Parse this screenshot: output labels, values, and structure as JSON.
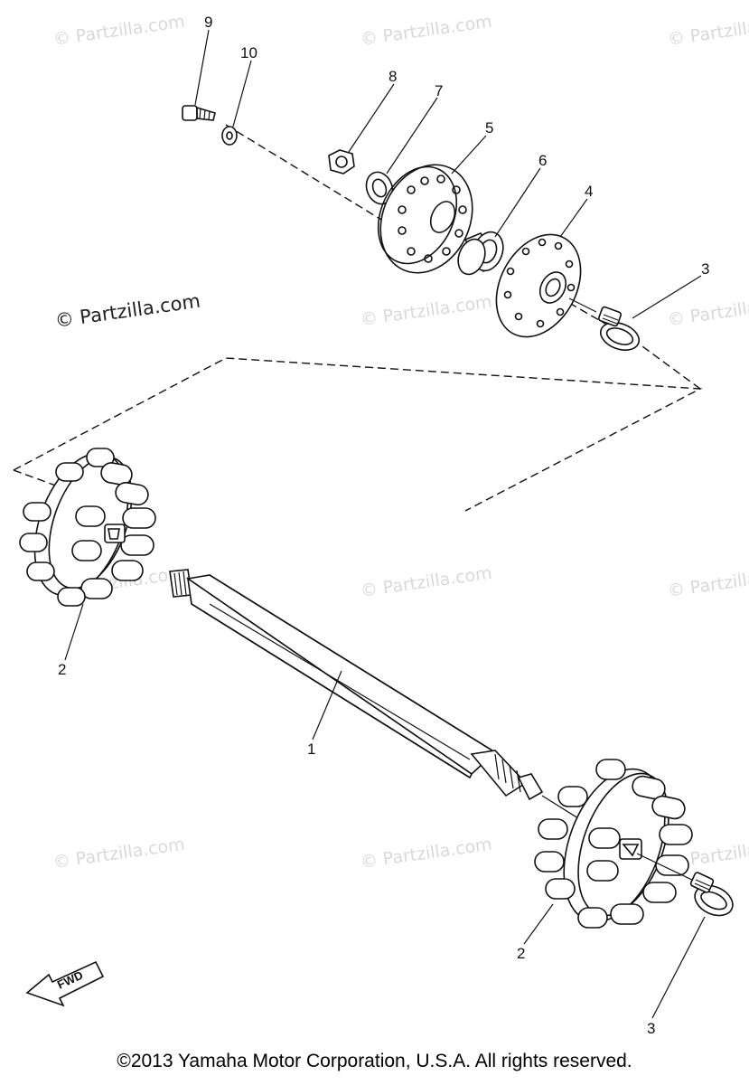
{
  "watermark_text": "© Partzilla.com",
  "callouts": {
    "c1": "1",
    "c2a": "2",
    "c2b": "2",
    "c3a": "3",
    "c3b": "3",
    "c4": "4",
    "c5": "5",
    "c6": "6",
    "c7": "7",
    "c8": "8",
    "c9": "9",
    "c10": "10"
  },
  "direction_label": "FWD",
  "copyright": "©2013 Yamaha Motor Corporation, U.S.A. All rights reserved."
}
